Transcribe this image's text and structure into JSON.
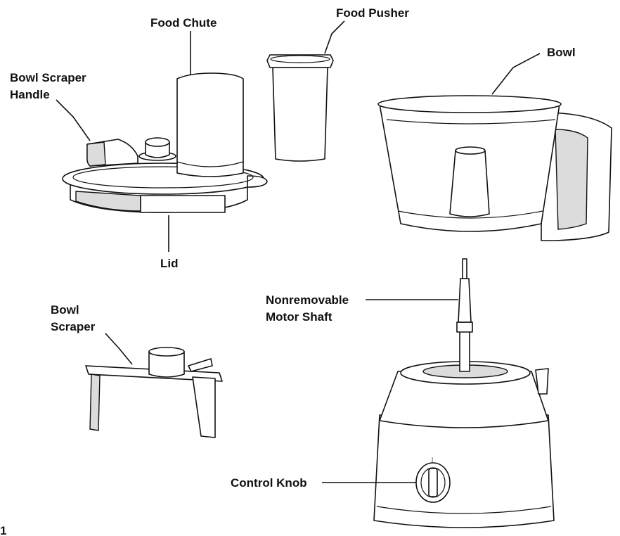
{
  "labels": {
    "food_chute": "Food Chute",
    "food_pusher": "Food Pusher",
    "bowl": "Bowl",
    "bowl_scraper_handle_line1": "Bowl Scraper",
    "bowl_scraper_handle_line2": "Handle",
    "lid": "Lid",
    "bowl_scraper_line1": "Bowl",
    "bowl_scraper_line2": "Scraper",
    "motor_shaft_line1": "Nonremovable",
    "motor_shaft_line2": "Motor Shaft",
    "control_knob": "Control Knob",
    "corner_mark": "1"
  }
}
